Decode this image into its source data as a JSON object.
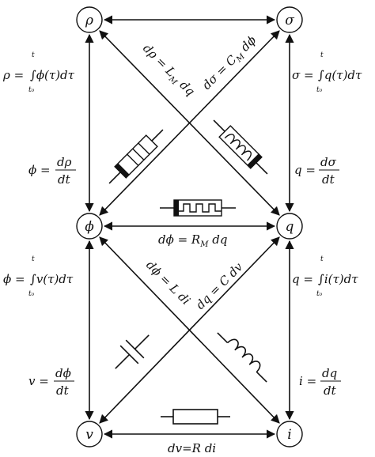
{
  "nodes": {
    "rho": "ρ",
    "sigma": "σ",
    "phi": "ϕ",
    "q": "q",
    "v": "v",
    "i": "i"
  },
  "equations": {
    "rho_int_lhs": "ρ =",
    "rho_int_expr": "∫ϕ(τ)dτ",
    "rho_int_sup": "t",
    "rho_int_sub": "t₀",
    "sigma_int_lhs": "σ =",
    "sigma_int_expr": "∫q(τ)dτ",
    "sigma_int_sup": "t",
    "sigma_int_sub": "t₀",
    "phi_drho_lhs": "ϕ =",
    "phi_drho_num": "dρ",
    "phi_drho_den": "dt",
    "q_dsigma_lhs": "q =",
    "q_dsigma_num": "dσ",
    "q_dsigma_den": "dt",
    "drho_LM": "dρ = L",
    "drho_LM_sub": "M",
    "drho_LM_tail": " dq",
    "dsigma_CM": "dσ = C",
    "dsigma_CM_sub": "M",
    "dsigma_CM_tail": " dϕ",
    "dphi_RM": "dϕ = R",
    "dphi_RM_sub": "M",
    "dphi_RM_tail": "  dq",
    "phi_int_lhs": "ϕ =",
    "phi_int_expr": "∫v(τ)dτ",
    "phi_int_sup": "t",
    "phi_int_sub": "t₀",
    "q_int_lhs": "q =",
    "q_int_expr": "∫i(τ)dτ",
    "q_int_sup": "t",
    "q_int_sub": "t₀",
    "dphi_Ldi": "dϕ = L di",
    "dq_Cdv": "dq = C dv",
    "v_dphi_lhs": "v =",
    "v_dphi_num": "dϕ",
    "v_dphi_den": "dt",
    "i_dq_lhs": "i =",
    "i_dq_num": "dq",
    "i_dq_den": "dt",
    "dv_Rdi": "dv=R di"
  },
  "components": {
    "memcapacitor": "memcapacitor-symbol",
    "meminductor": "meminductor-symbol",
    "memristor": "memristor-symbol",
    "capacitor": "capacitor-symbol",
    "inductor": "inductor-symbol",
    "resistor": "resistor-symbol"
  }
}
